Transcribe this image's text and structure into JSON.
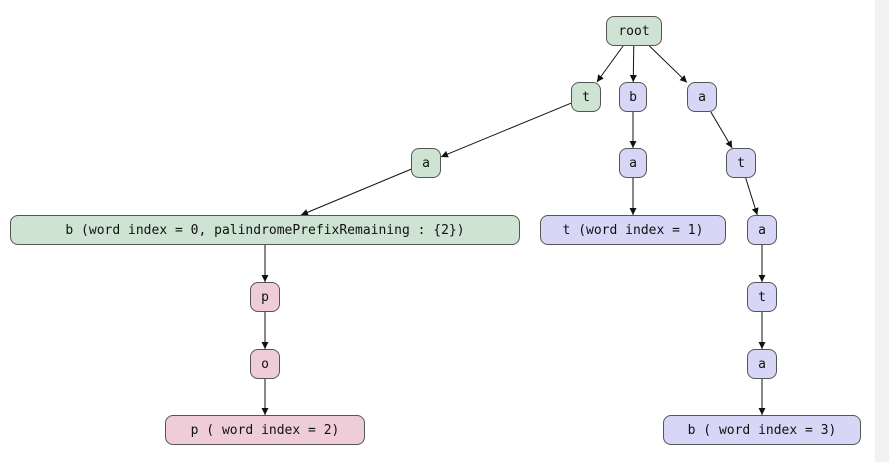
{
  "colors": {
    "green": "#cfe3d3",
    "blue": "#d7d6f6",
    "pink": "#eecdd9",
    "edge": "#111111",
    "border": "#555555"
  },
  "diagram": {
    "nodes": [
      {
        "id": "root",
        "label": "root",
        "color": "green"
      },
      {
        "id": "t1",
        "label": "t",
        "color": "green"
      },
      {
        "id": "b1",
        "label": "b",
        "color": "blue"
      },
      {
        "id": "a1",
        "label": "a",
        "color": "blue"
      },
      {
        "id": "a2",
        "label": "a",
        "color": "green"
      },
      {
        "id": "a3",
        "label": "a",
        "color": "blue"
      },
      {
        "id": "t2",
        "label": "t",
        "color": "blue"
      },
      {
        "id": "b2",
        "label": "b (word index = 0, palindromePrefixRemaining : {2})",
        "color": "green"
      },
      {
        "id": "t3",
        "label": "t (word index = 1)",
        "color": "blue"
      },
      {
        "id": "a4",
        "label": "a",
        "color": "blue"
      },
      {
        "id": "p1",
        "label": "p",
        "color": "pink"
      },
      {
        "id": "t4",
        "label": "t",
        "color": "blue"
      },
      {
        "id": "o1",
        "label": "o",
        "color": "pink"
      },
      {
        "id": "a5",
        "label": "a",
        "color": "blue"
      },
      {
        "id": "p2",
        "label": "p ( word index = 2)",
        "color": "pink"
      },
      {
        "id": "b3",
        "label": "b ( word index = 3)",
        "color": "blue"
      }
    ],
    "edges": [
      {
        "from": "root",
        "to": "t1"
      },
      {
        "from": "root",
        "to": "b1"
      },
      {
        "from": "root",
        "to": "a1"
      },
      {
        "from": "t1",
        "to": "a2"
      },
      {
        "from": "a2",
        "to": "b2"
      },
      {
        "from": "b2",
        "to": "p1"
      },
      {
        "from": "p1",
        "to": "o1"
      },
      {
        "from": "o1",
        "to": "p2"
      },
      {
        "from": "b1",
        "to": "a3"
      },
      {
        "from": "a3",
        "to": "t3"
      },
      {
        "from": "a1",
        "to": "t2"
      },
      {
        "from": "t2",
        "to": "a4"
      },
      {
        "from": "a4",
        "to": "t4"
      },
      {
        "from": "t4",
        "to": "a5"
      },
      {
        "from": "a5",
        "to": "b3"
      }
    ]
  }
}
